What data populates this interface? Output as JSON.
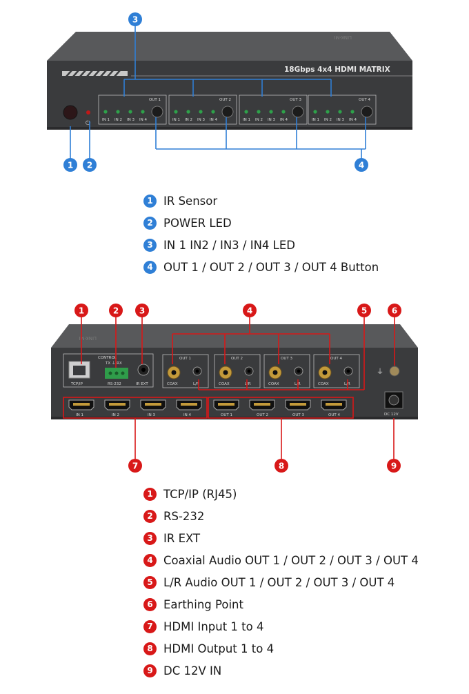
{
  "front": {
    "title": "18Gbps 4x4 HDMI MATRIX",
    "brand": "LINK-MI",
    "out_groups": [
      {
        "label": "OUT 1",
        "inputs": [
          "IN 1",
          "IN 2",
          "IN 3",
          "IN 4"
        ]
      },
      {
        "label": "OUT 2",
        "inputs": [
          "IN 1",
          "IN 2",
          "IN 3",
          "IN 4"
        ]
      },
      {
        "label": "OUT 3",
        "inputs": [
          "IN 1",
          "IN 2",
          "IN 3",
          "IN 4"
        ]
      },
      {
        "label": "OUT 4",
        "inputs": [
          "IN 1",
          "IN 2",
          "IN 3",
          "IN 4"
        ]
      }
    ],
    "callouts": [
      "1",
      "2",
      "3",
      "4"
    ],
    "legend": [
      {
        "num": "1",
        "text": "IR Sensor"
      },
      {
        "num": "2",
        "text": "POWER LED"
      },
      {
        "num": "3",
        "text": "IN 1 IN2 / IN3 / IN4 LED"
      },
      {
        "num": "4",
        "text": "OUT 1 / OUT 2 / OUT 3 / OUT 4 Button"
      }
    ]
  },
  "rear": {
    "brand": "LINK-MI",
    "control_label": "CONTROL",
    "tcpip_label": "TCP/IP",
    "rs232_label": "RS-232",
    "rs232_pins": "TX  ⏚  RX",
    "irext_label": "IR EXT",
    "audio_groups": [
      {
        "label": "OUT 1",
        "coax": "COAX",
        "lr": "L/R"
      },
      {
        "label": "OUT 2",
        "coax": "COAX",
        "lr": "L/R"
      },
      {
        "label": "OUT 3",
        "coax": "COAX",
        "lr": "L/R"
      },
      {
        "label": "OUT 4",
        "coax": "COAX",
        "lr": "L/R"
      }
    ],
    "hdmi_inputs": [
      "IN 1",
      "IN 2",
      "IN 3",
      "IN 4"
    ],
    "hdmi_outputs": [
      "OUT 1",
      "OUT 2",
      "OUT 3",
      "OUT 4"
    ],
    "dc_label": "DC 12V",
    "callouts": [
      "1",
      "2",
      "3",
      "4",
      "5",
      "6",
      "7",
      "8",
      "9"
    ],
    "legend": [
      {
        "num": "1",
        "text": "TCP/IP (RJ45)"
      },
      {
        "num": "2",
        "text": "RS-232"
      },
      {
        "num": "3",
        "text": "IR EXT"
      },
      {
        "num": "4",
        "text": "Coaxial Audio OUT 1 / OUT 2 / OUT 3 / OUT 4"
      },
      {
        "num": "5",
        "text": "L/R Audio OUT 1 / OUT 2 / OUT 3 / OUT 4"
      },
      {
        "num": "6",
        "text": "Earthing Point"
      },
      {
        "num": "7",
        "text": "HDMI Input 1 to 4"
      },
      {
        "num": "8",
        "text": "HDMI Output 1 to 4"
      },
      {
        "num": "9",
        "text": "DC 12V IN"
      }
    ]
  },
  "colors": {
    "blue_callout": "#2f7fd6",
    "red_callout": "#d81818",
    "device_body": "#3a3b3d"
  }
}
